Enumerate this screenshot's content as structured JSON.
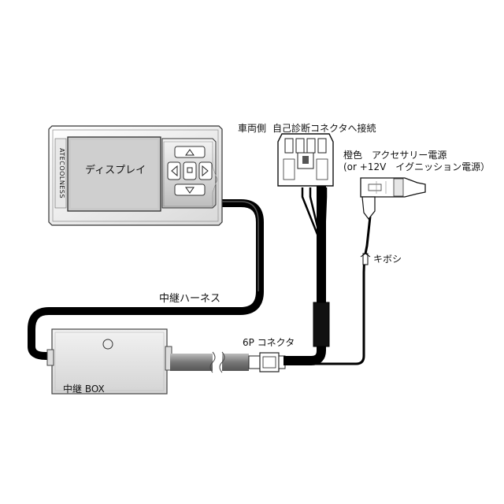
{
  "labels": {
    "display": "ディスプレイ",
    "brand": "ATECOOLNESS",
    "harness": "中継ハーネス",
    "relay_box": "中継 BOX",
    "connector_6p": "6P コネクタ",
    "vehicle_side": "車両側",
    "diag_connector": "自己診断コネクタへ接続",
    "orange_line1": "橙色　アクセサリー電源",
    "orange_line2": "(or +12V　イグニッション電源）",
    "fuse": "キボシ"
  },
  "icons": {
    "dpad_up": "arrow-up-icon",
    "dpad_down": "arrow-down-icon",
    "dpad_left": "arrow-left-icon",
    "dpad_right": "arrow-right-icon",
    "dpad_center": "square-icon"
  }
}
